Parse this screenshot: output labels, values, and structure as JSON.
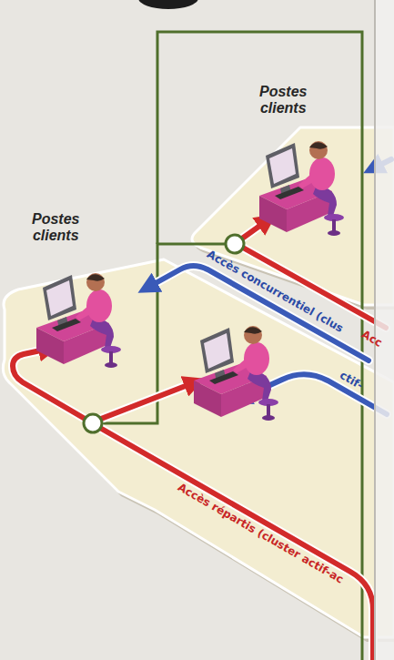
{
  "diagram": {
    "nodes": [
      {
        "text": [
          "Postes clients"
        ]
      },
      {
        "text": [
          "Postes clients"
        ]
      }
    ],
    "edges": [
      {
        "from": 0,
        "to": 1,
        "arrow": "none"
      }
    ],
    "labels": [
      "Accès concurrentiel (clus",
      "ctif-",
      "Acc",
      "Accès répartis (cluster actif-ac"
    ]
  }
}
